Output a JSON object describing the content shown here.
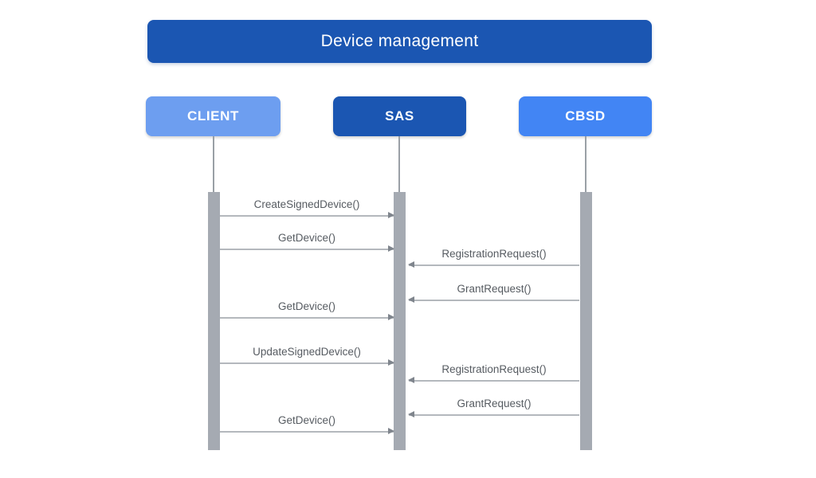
{
  "diagram": {
    "type": "sequence",
    "title": "Device management",
    "actors": [
      {
        "name": "CLIENT",
        "color": "#6d9ef0"
      },
      {
        "name": "SAS",
        "color": "#1b56b2"
      },
      {
        "name": "CBSD",
        "color": "#4285f4"
      }
    ],
    "messages": [
      {
        "label": "CreateSignedDevice()",
        "from": "CLIENT",
        "to": "SAS",
        "direction": "right"
      },
      {
        "label": "GetDevice()",
        "from": "CLIENT",
        "to": "SAS",
        "direction": "right"
      },
      {
        "label": "RegistrationRequest()",
        "from": "CBSD",
        "to": "SAS",
        "direction": "left"
      },
      {
        "label": "GrantRequest()",
        "from": "CBSD",
        "to": "SAS",
        "direction": "left"
      },
      {
        "label": "GetDevice()",
        "from": "CLIENT",
        "to": "SAS",
        "direction": "right"
      },
      {
        "label": "UpdateSignedDevice()",
        "from": "CLIENT",
        "to": "SAS",
        "direction": "right"
      },
      {
        "label": "RegistrationRequest()",
        "from": "CBSD",
        "to": "SAS",
        "direction": "left"
      },
      {
        "label": "GrantRequest()",
        "from": "CBSD",
        "to": "SAS",
        "direction": "left"
      },
      {
        "label": "GetDevice()",
        "from": "CLIENT",
        "to": "SAS",
        "direction": "right"
      }
    ],
    "colors": {
      "title_bg": "#1b56b2",
      "client_bg": "#6d9ef0",
      "sas_bg": "#1b56b2",
      "cbsd_bg": "#4285f4",
      "activation_bar": "#a5aab2",
      "lifeline": "#9aa0a6",
      "arrow_line": "#b4b8bd",
      "arrow_head": "#7f858d",
      "message_text": "#565b61",
      "actor_text": "#ffffff"
    }
  }
}
